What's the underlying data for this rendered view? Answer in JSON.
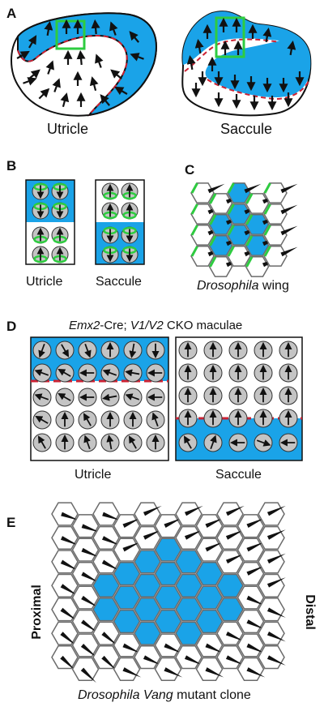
{
  "colors": {
    "blue": "#1aa3e8",
    "green": "#2ecc40",
    "red_dash": "#cc2233",
    "cell_gray": "#c4c4c4",
    "outline": "#6b6b6b",
    "arrow": "#111111"
  },
  "panels": {
    "A": {
      "letter": "A",
      "utricle_label": "Utricle",
      "saccule_label": "Saccule"
    },
    "B": {
      "letter": "B",
      "utricle_label": "Utricle",
      "saccule_label": "Saccule"
    },
    "C": {
      "letter": "C",
      "caption_italic": "Drosophila",
      "caption_rest": " wing"
    },
    "D": {
      "letter": "D",
      "title_part1": "Emx2",
      "title_part2": "-Cre; ",
      "title_part3": "V1/V2",
      "title_part4": " CKO maculae",
      "utricle_label": "Utricle",
      "saccule_label": "Saccule"
    },
    "E": {
      "letter": "E",
      "proximal_label": "Proximal",
      "distal_label": "Distal",
      "caption_italic": "Drosophila Vang",
      "caption_rest": " mutant clone"
    }
  }
}
